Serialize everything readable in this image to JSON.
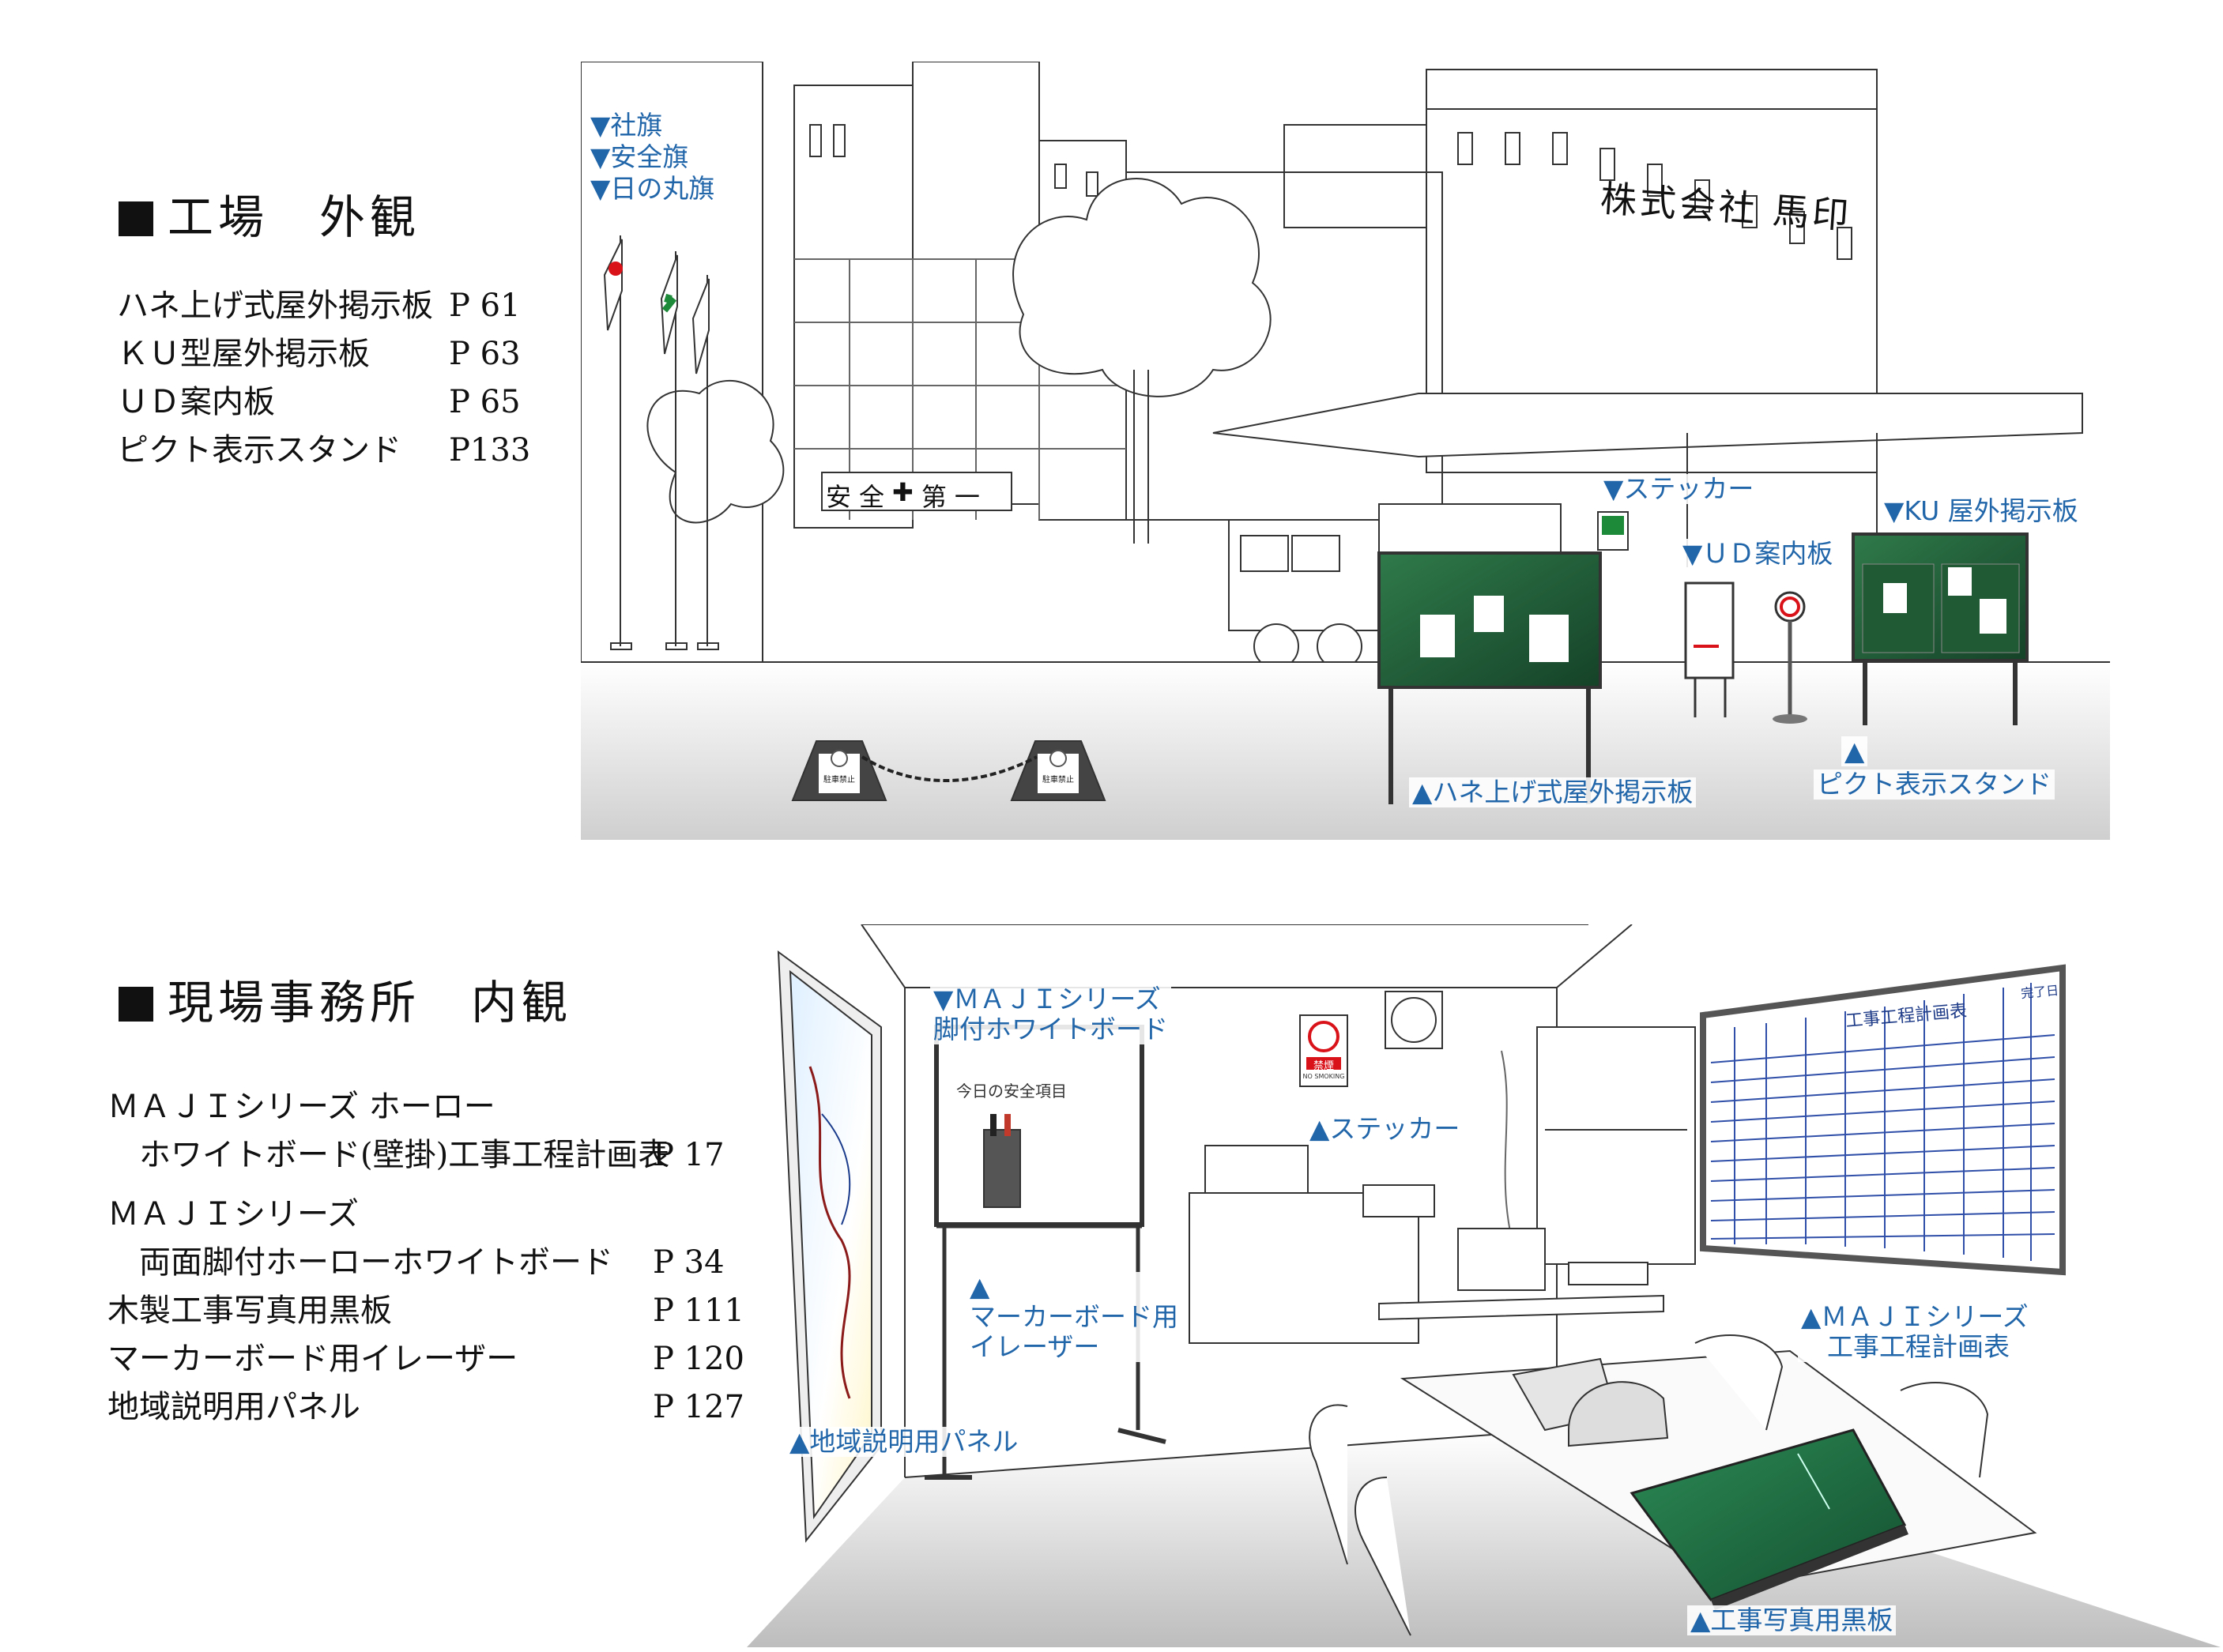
{
  "factory": {
    "heading": "工場　外観",
    "catalog": [
      {
        "name": "ハネ上げ式屋外掲示板",
        "page": "P 61"
      },
      {
        "name": "ＫＵ型屋外掲示板",
        "page": "P 63"
      },
      {
        "name": "ＵＤ案内板",
        "page": "P 65"
      },
      {
        "name": "ピクト表示スタンド",
        "page": "P133"
      }
    ],
    "scene_labels": {
      "company_flag": "▼社旗",
      "safety_flag": "▼安全旗",
      "hinomaru_flag": "▼日の丸旗",
      "sticker": "▼ステッカー",
      "ud_board": "▼ＵＤ案内板",
      "ku_board": "▼KU 屋外掲示板",
      "hane_board": "▲ハネ上げ式屋外掲示板",
      "pict_arrow": "▲",
      "pict_stand": "ピクト表示スタンド"
    },
    "building_sign": "株式会社 馬印",
    "safety_banner": [
      "安",
      "全",
      "✚",
      "第",
      "一"
    ],
    "cone_sign": "駐車禁止",
    "colors": {
      "board_green": "#1f5a34",
      "label_blue": "#2266aa"
    }
  },
  "office": {
    "heading": "現場事務所　内観",
    "catalog": [
      {
        "name": "ＭＡＪＩシリーズ ホーロー",
        "page": ""
      },
      {
        "name": "　ホワイトボード(壁掛)工事工程計画表",
        "page": "P 17"
      },
      {
        "name": "ＭＡＪＩシリーズ",
        "page": ""
      },
      {
        "name": "　両面脚付ホーローホワイトボード",
        "page": "P 34"
      },
      {
        "name": "木製工事写真用黒板",
        "page": "P 111"
      },
      {
        "name": "マーカーボード用イレーザー",
        "page": "P 120"
      },
      {
        "name": "地域説明用パネル",
        "page": "P 127"
      }
    ],
    "scene_labels": {
      "maji_whiteboard": "▼ＭＡＪＩシリーズ\n脚付ホワイトボード",
      "eraser": "▲\nマーカーボード用\nイレーザー",
      "regional_panel": "▲地域説明用パネル",
      "sticker": "▲ステッカー",
      "schedule_board": "▲ＭＡＪＩシリーズ\n　工事工程計画表",
      "photo_blackboard": "▲工事写真用黒板"
    },
    "whiteboard_text": "今日の安全項目",
    "schedule_title": "工事工程計画表",
    "schedule_done": "完了日",
    "no_smoking": "禁煙",
    "no_smoking_en": "NO SMOKING"
  }
}
